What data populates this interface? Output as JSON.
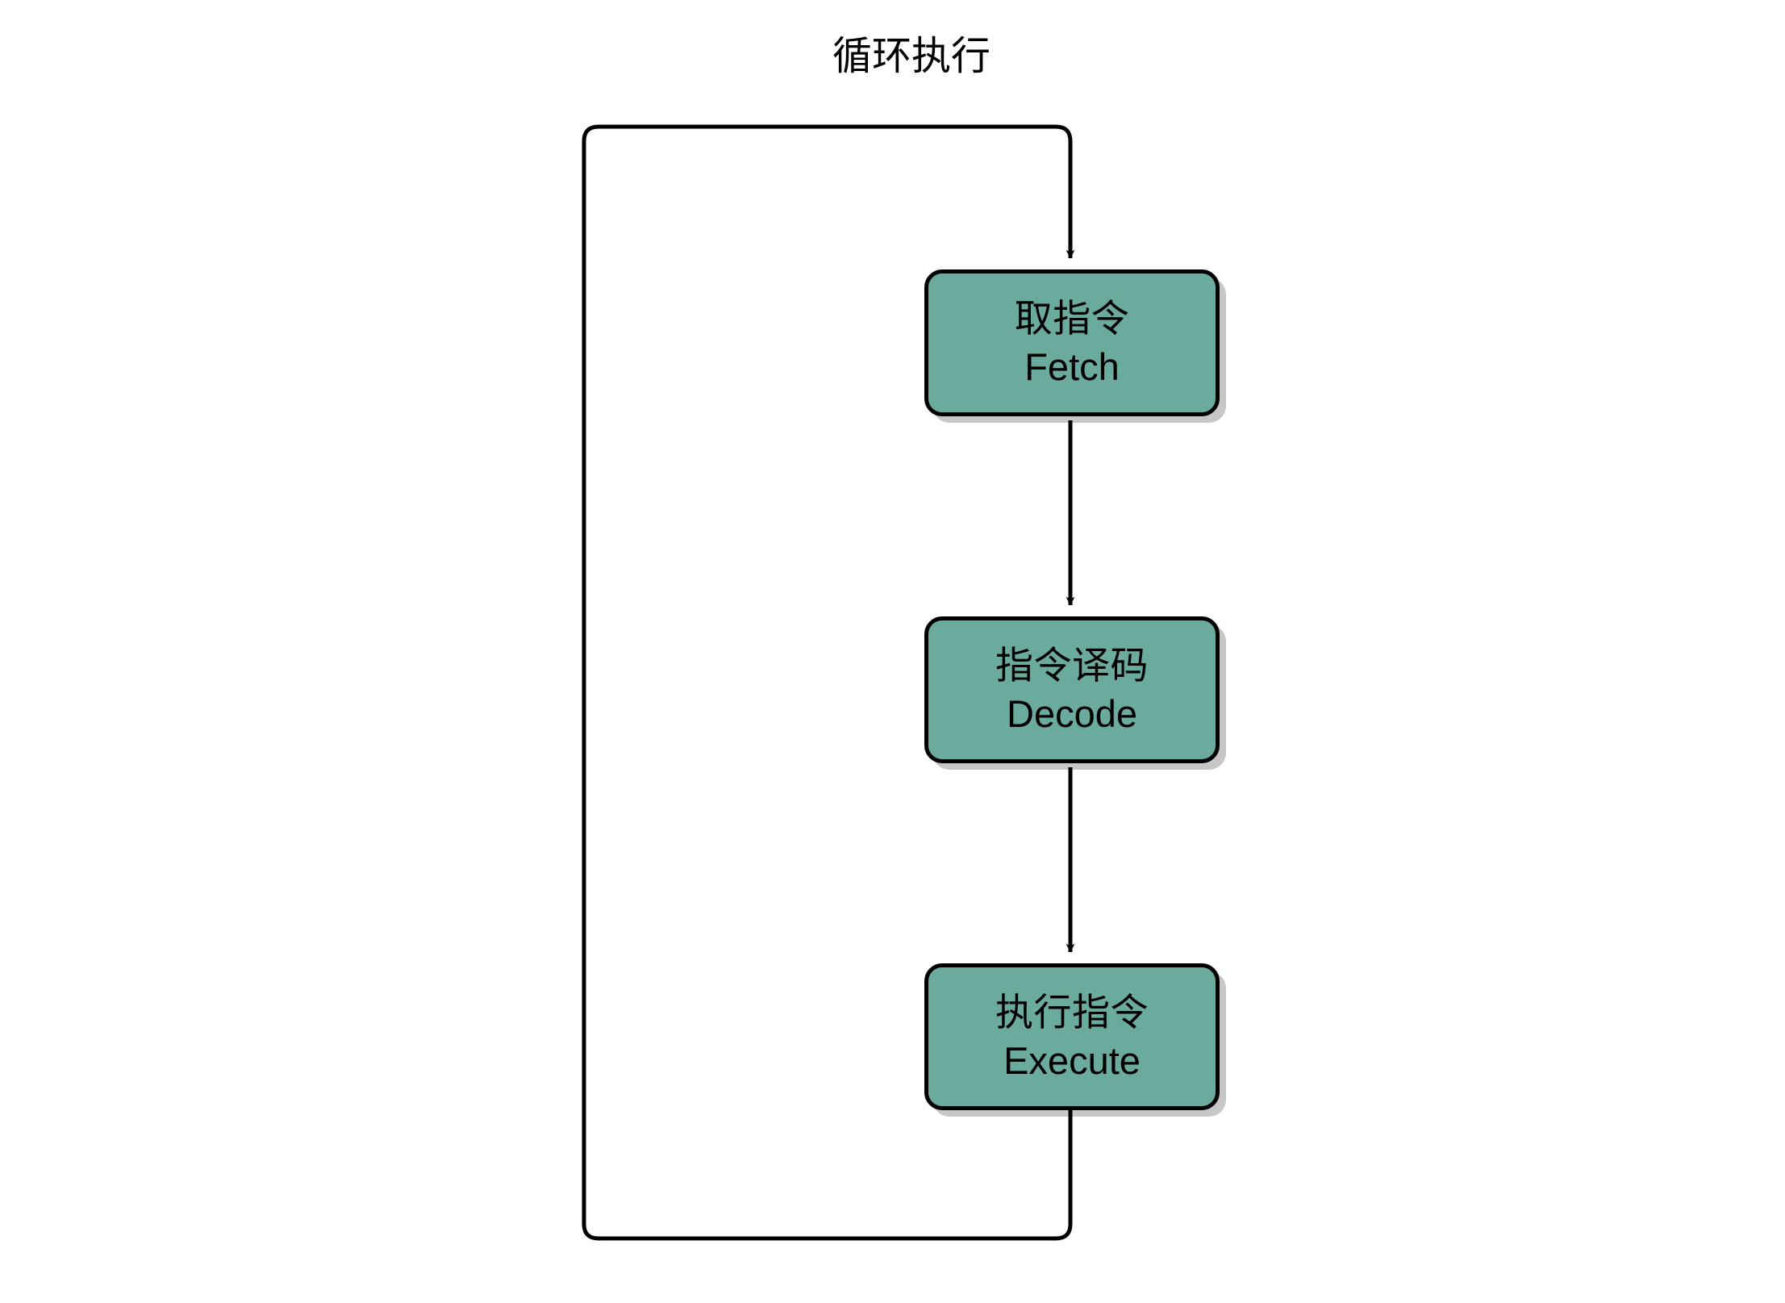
{
  "diagram": {
    "title_label": "循环执行",
    "colors": {
      "node_fill": "#6aab9e",
      "node_border": "#000000",
      "connector": "#000000",
      "shadow": "#c0c0c0",
      "background": "#ffffff",
      "text": "#000000"
    },
    "nodes": [
      {
        "id": "fetch",
        "cn": "取指令",
        "en": "Fetch"
      },
      {
        "id": "decode",
        "cn": "指令译码",
        "en": "Decode"
      },
      {
        "id": "execute",
        "cn": "执行指令",
        "en": "Execute"
      }
    ],
    "connectors": [
      {
        "id": "fetch-to-decode",
        "from": "fetch",
        "to": "decode",
        "arrow": "down"
      },
      {
        "id": "decode-to-execute",
        "from": "decode",
        "to": "execute",
        "arrow": "down"
      },
      {
        "id": "loop-back",
        "from": "execute",
        "to": "fetch",
        "arrow": "down",
        "label": "循环执行"
      }
    ]
  }
}
